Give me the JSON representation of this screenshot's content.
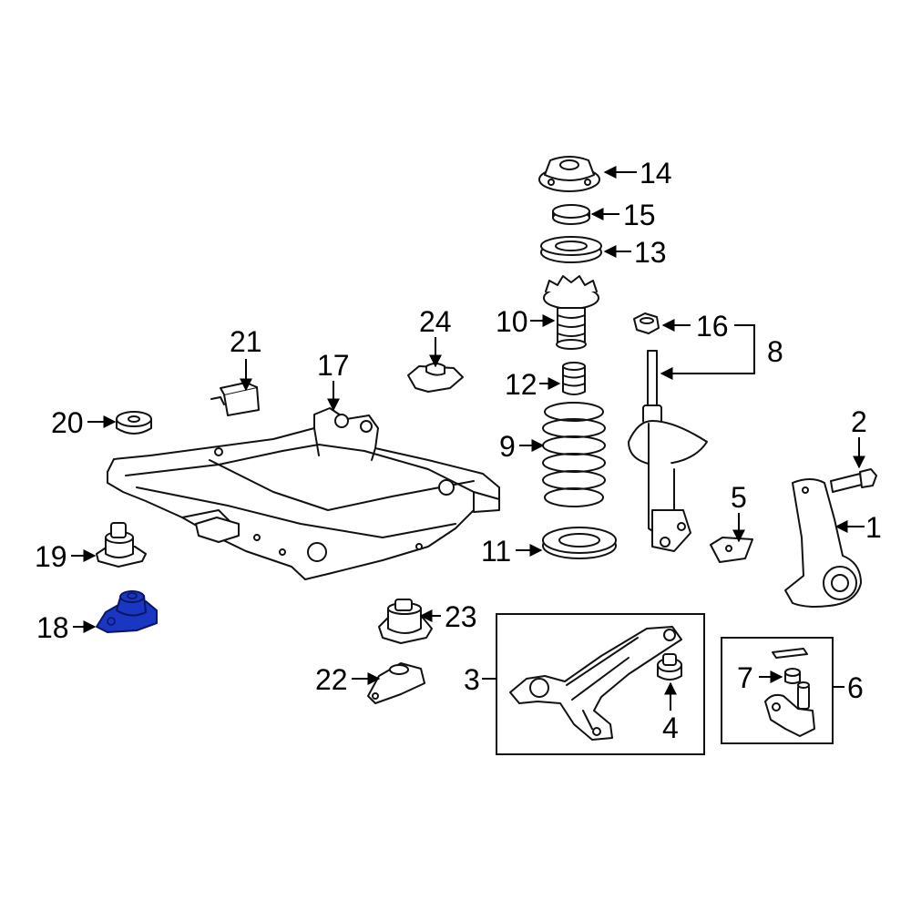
{
  "callouts": {
    "c1": "1",
    "c2": "2",
    "c3": "3",
    "c4": "4",
    "c5": "5",
    "c6": "6",
    "c7": "7",
    "c8": "8",
    "c9": "9",
    "c10": "10",
    "c11": "11",
    "c12": "12",
    "c13": "13",
    "c14": "14",
    "c15": "15",
    "c16": "16",
    "c17": "17",
    "c18": "18",
    "c19": "19",
    "c20": "20",
    "c21": "21",
    "c22": "22",
    "c23": "23",
    "c24": "24"
  },
  "highlighted_part": "18",
  "colors": {
    "highlight": "#1a37c4",
    "line": "#111111",
    "background": "#ffffff"
  }
}
